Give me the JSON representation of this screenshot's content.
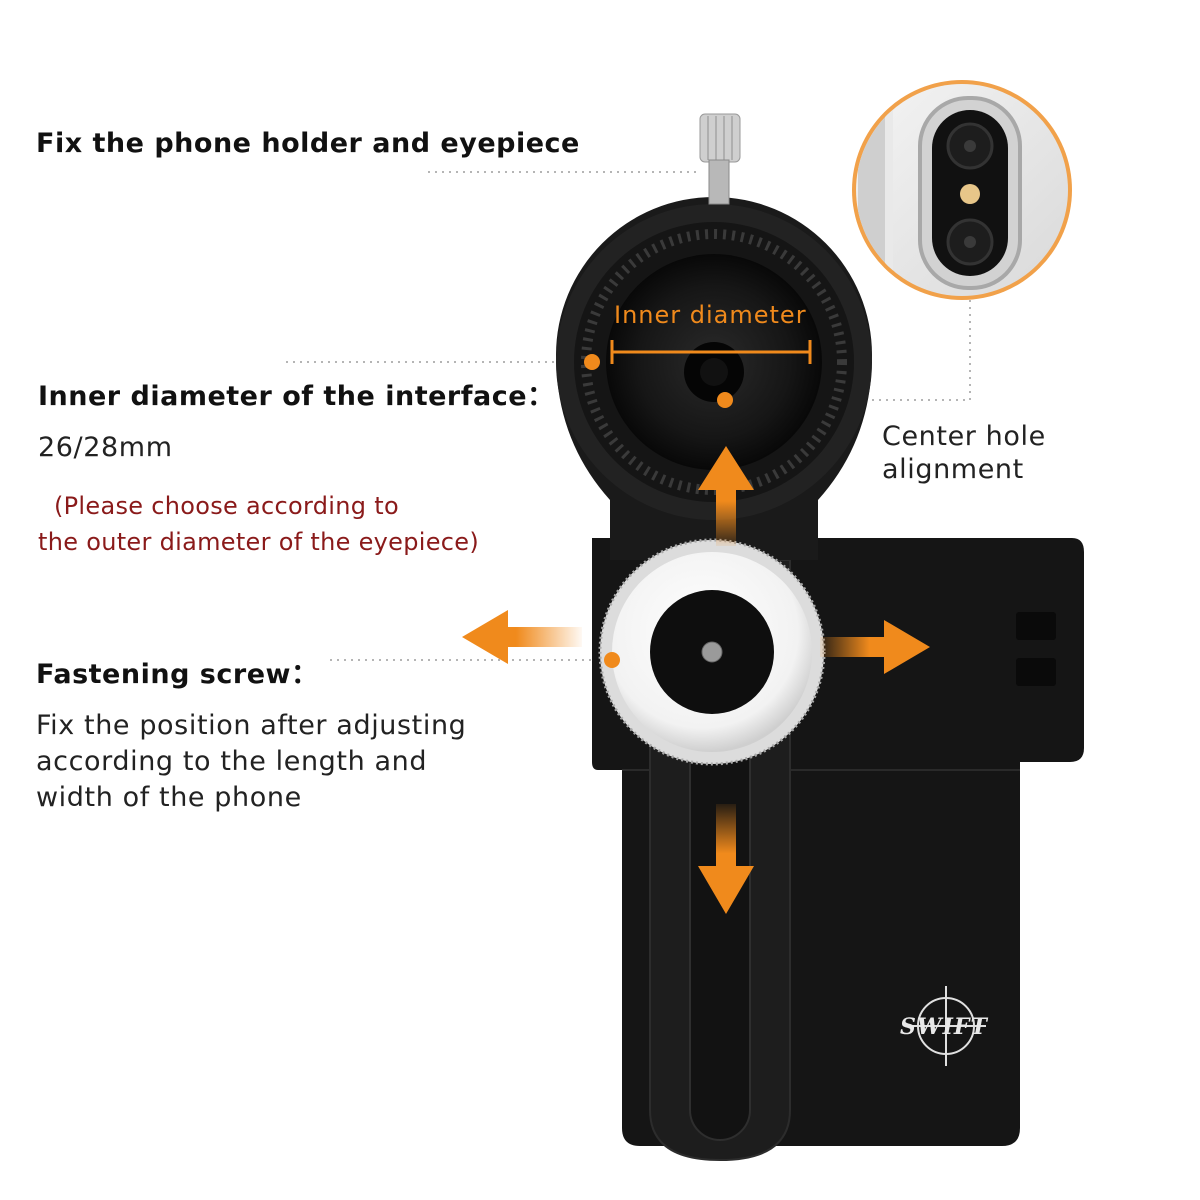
{
  "callouts": {
    "fix_holder": "Fix the phone holder and eyepiece",
    "inner_diameter_heading": "Inner diameter of the interface：",
    "inner_diameter_value": "26/28mm",
    "note_line1": "(Please choose according to",
    "note_line2": "the outer diameter of the eyepiece)",
    "fastening_heading": "Fastening screw：",
    "fastening_line1": "Fix the position after adjusting",
    "fastening_line2": "according to the length and",
    "fastening_line3": "width of the phone",
    "center_line1": "Center hole",
    "center_line2": "alignment"
  },
  "product": {
    "inner_diameter_label": "Inner diameter",
    "brand": "SWIFT"
  },
  "colors": {
    "accent_orange": "#f08a1c",
    "note_red": "#8a1a1a",
    "body_black": "#151515"
  },
  "icons": [
    "arrow-up-icon",
    "arrow-left-icon",
    "arrow-right-icon",
    "arrow-down-icon",
    "crosshair-logo-icon"
  ]
}
